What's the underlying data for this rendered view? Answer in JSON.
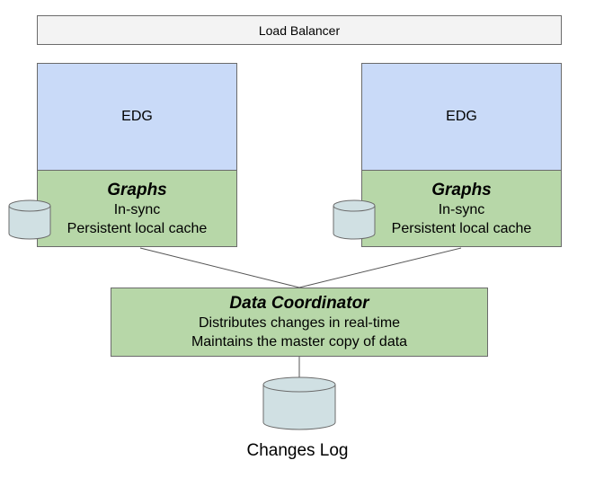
{
  "load_balancer": {
    "label": "Load Balancer"
  },
  "nodes": [
    {
      "edg_label": "EDG",
      "graphs_title": "Graphs",
      "line1": "In-sync",
      "line2": "Persistent local cache"
    },
    {
      "edg_label": "EDG",
      "graphs_title": "Graphs",
      "line1": "In-sync",
      "line2": "Persistent local cache"
    }
  ],
  "coordinator": {
    "title": "Data Coordinator",
    "line1": "Distributes changes in real-time",
    "line2": "Maintains the master copy of data"
  },
  "changes_log": {
    "label": "Changes Log"
  },
  "colors": {
    "edg_fill": "#c9daf8",
    "green_fill": "#b7d7a8",
    "lb_fill": "#f3f3f3",
    "cylinder_fill": "#d0e0e3",
    "stroke": "#6b6b6b"
  },
  "icons": {
    "storage": "database-cylinder-icon"
  }
}
